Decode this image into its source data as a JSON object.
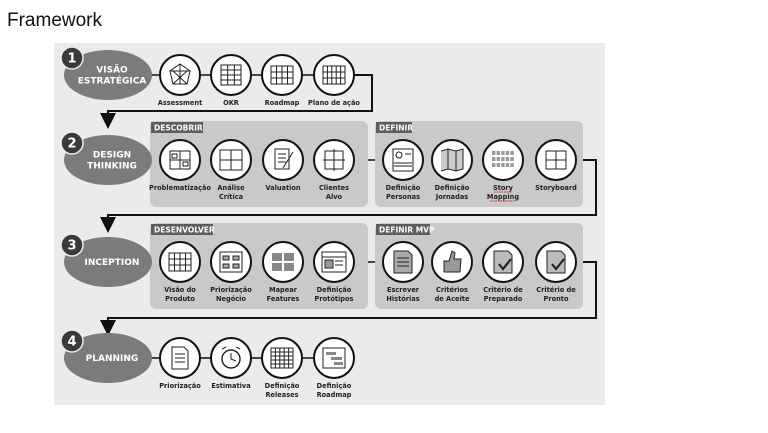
{
  "page": {
    "title": "Framework"
  },
  "colors": {
    "panel": "#ebebeb",
    "group": "#c9c9c9",
    "stage": "#7b7b7b",
    "badge": "#3a3a3a",
    "label_bar": "#5d5d5d",
    "ink": "#111111",
    "underline": "#cc2222"
  },
  "stages": [
    {
      "number": "1",
      "title_lines": [
        "VISÃO",
        "ESTRATÉGICA"
      ],
      "groups": [],
      "items": [
        {
          "icon": "compass-icon",
          "label_lines": [
            "Assessment"
          ]
        },
        {
          "icon": "okr-grid-icon",
          "label_lines": [
            "OKR"
          ]
        },
        {
          "icon": "roadmap-icon",
          "label_lines": [
            "Roadmap"
          ]
        },
        {
          "icon": "action-plan-icon",
          "label_lines": [
            "Plano de ação"
          ]
        }
      ]
    },
    {
      "number": "2",
      "title_lines": [
        "DESIGN",
        "THINKING"
      ],
      "groups": [
        "DESCOBRIR",
        "DEFINIR"
      ],
      "items": [
        {
          "icon": "problem-board-icon",
          "label_lines": [
            "Problematização"
          ]
        },
        {
          "icon": "matrix-icon",
          "label_lines": [
            "Análise",
            "Crítica"
          ]
        },
        {
          "icon": "checklist-icon",
          "label_lines": [
            "Valuation"
          ]
        },
        {
          "icon": "target-quadrant-icon",
          "label_lines": [
            "Clientes",
            "Alvo"
          ]
        },
        {
          "icon": "persona-card-icon",
          "label_lines": [
            "Definição",
            "Personas"
          ]
        },
        {
          "icon": "journey-map-icon",
          "label_lines": [
            "Definição",
            "Jornadas"
          ]
        },
        {
          "icon": "story-mapping-icon",
          "label_lines": [
            "Story",
            "Mapping"
          ]
        },
        {
          "icon": "storyboard-icon",
          "label_lines": [
            "Storyboard"
          ]
        }
      ]
    },
    {
      "number": "3",
      "title_lines": [
        "INCEPTION"
      ],
      "groups": [
        "DESENVOLVER",
        "DEFINIR MVP"
      ],
      "items": [
        {
          "icon": "product-board-icon",
          "label_lines": [
            "Visão do",
            "Produto"
          ]
        },
        {
          "icon": "priority-board-icon",
          "label_lines": [
            "Priorização",
            "Negócio"
          ]
        },
        {
          "icon": "features-tiles-icon",
          "label_lines": [
            "Mapear",
            "Features"
          ]
        },
        {
          "icon": "prototype-window-icon",
          "label_lines": [
            "Definição",
            "Protótipos"
          ]
        },
        {
          "icon": "document-icon",
          "label_lines": [
            "Escrever",
            "Histórias"
          ]
        },
        {
          "icon": "thumbs-up-icon",
          "label_lines": [
            "Critérios",
            "de Aceite"
          ]
        },
        {
          "icon": "ready-doc-icon",
          "label_lines": [
            "Critério de",
            "Preparado"
          ]
        },
        {
          "icon": "done-doc-icon",
          "label_lines": [
            "Critério de",
            "Pronto"
          ]
        }
      ]
    },
    {
      "number": "4",
      "title_lines": [
        "PLANNING"
      ],
      "groups": [],
      "items": [
        {
          "icon": "priority-doc-icon",
          "label_lines": [
            "Priorização"
          ]
        },
        {
          "icon": "alarm-clock-icon",
          "label_lines": [
            "Estimativa"
          ]
        },
        {
          "icon": "releases-grid-icon",
          "label_lines": [
            "Definição",
            "Releases"
          ]
        },
        {
          "icon": "gantt-roadmap-icon",
          "label_lines": [
            "Definição",
            "Roadmap"
          ]
        }
      ]
    }
  ]
}
